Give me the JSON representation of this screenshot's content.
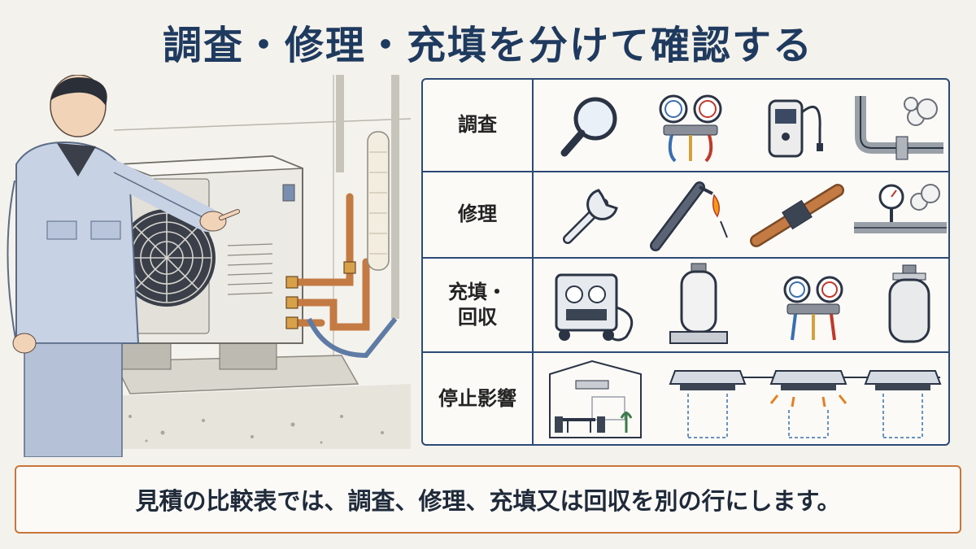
{
  "title": "調査・修理・充填を分けて確認する",
  "rows": [
    {
      "label_lines": [
        "調査"
      ],
      "icons": [
        "magnifier-icon",
        "manifold-gauge-icon",
        "leak-detector-icon",
        "pipe-leak-icon"
      ]
    },
    {
      "label_lines": [
        "修理"
      ],
      "icons": [
        "wrench-icon",
        "brazing-torch-icon",
        "pipe-joint-icon",
        "gauge-pipe-leak-icon"
      ]
    },
    {
      "label_lines": [
        "充填・",
        "回収"
      ],
      "icons": [
        "recovery-machine-icon",
        "refrigerant-cylinder-scale-icon",
        "manifold-gauge-icon",
        "refrigerant-cylinder-icon"
      ]
    },
    {
      "label_lines": [
        "停止影響"
      ],
      "icons": [
        "store-interior-icon",
        "cassette-ac-units-icon"
      ]
    }
  ],
  "footer": "見積の比較表では、調査、修理、充填又は回収を別の行にします。",
  "colors": {
    "navy": "#1f3a5f",
    "border": "#2c4a75",
    "accent": "#c8763a",
    "copper": "#c47a43"
  }
}
